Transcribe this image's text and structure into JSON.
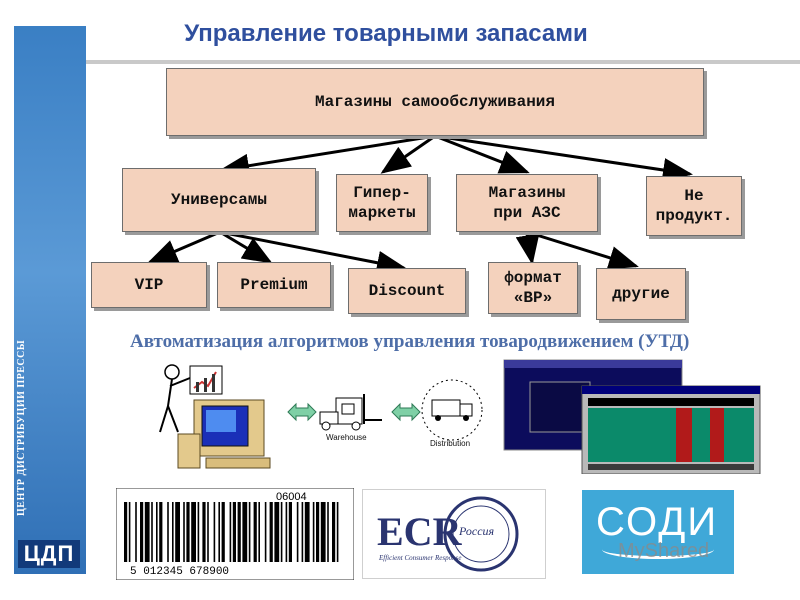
{
  "title": "Управление товарными запасами",
  "sidebar": {
    "org_text": "ЦЕНТР ДИСТРИБУЦИИ ПРЕССЫ",
    "logo": "ЦДП"
  },
  "diagram": {
    "root": "Магазины самообслуживания",
    "level1": [
      "Универсамы",
      "Гипер-\nмаркеты",
      "Магазины\nпри АЗС",
      "Не\nпродукт."
    ],
    "universam_children": [
      "VIP",
      "Premium",
      "Discount"
    ],
    "azs_children": [
      "формат\n«BP»",
      "другие"
    ]
  },
  "subtitle": "Автоматизация алгоритмов управления товародвижением (УТД)",
  "process": {
    "warehouse_label": "Warehouse",
    "distribution_label": "Distribution"
  },
  "barcode": {
    "top_code": "06004",
    "digits": "5 012345 678900"
  },
  "ecr": {
    "main": "ECR",
    "country": "Россия",
    "sub": "Efficient Consumer Response"
  },
  "sodi": {
    "text": "СОДИ"
  },
  "watermark": "MyShared",
  "colors": {
    "box_fill": "#f4d2bd",
    "title": "#2f4f9e",
    "sidebar": "#3a7fc4",
    "subtitle": "#4e6ea8"
  }
}
